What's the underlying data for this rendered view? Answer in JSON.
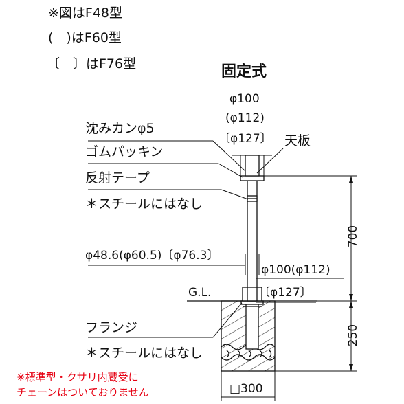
{
  "legend": {
    "line1": "※図はF48型",
    "line2": "(　)はF60型",
    "line3": "〔　〕はF76型"
  },
  "title": "固定式",
  "top_plate": {
    "dia1": "φ100",
    "dia2": "(φ112)",
    "dia3": "〔φ127〕",
    "label": "天板"
  },
  "callouts": {
    "countersink": "沈みカンφ5",
    "gasket": "ゴムパッキン",
    "tape": "反射テープ",
    "tape_note": "＊スチールにはなし",
    "flange": "フランジ",
    "flange_note": "＊スチールにはなし"
  },
  "dimensions": {
    "pipe": "φ48.6(φ60.5)〔φ76.3〕",
    "base1": "φ100(φ112)",
    "base2": "〔φ127〕",
    "gl": "G.L.",
    "height_above": "700",
    "depth_below": "250",
    "footing": "□300"
  },
  "note": {
    "line1": "※標準型・クサリ内蔵受に",
    "line2": "チェーンはついておりません"
  },
  "colors": {
    "line": "#111111",
    "note": "#e60012"
  }
}
